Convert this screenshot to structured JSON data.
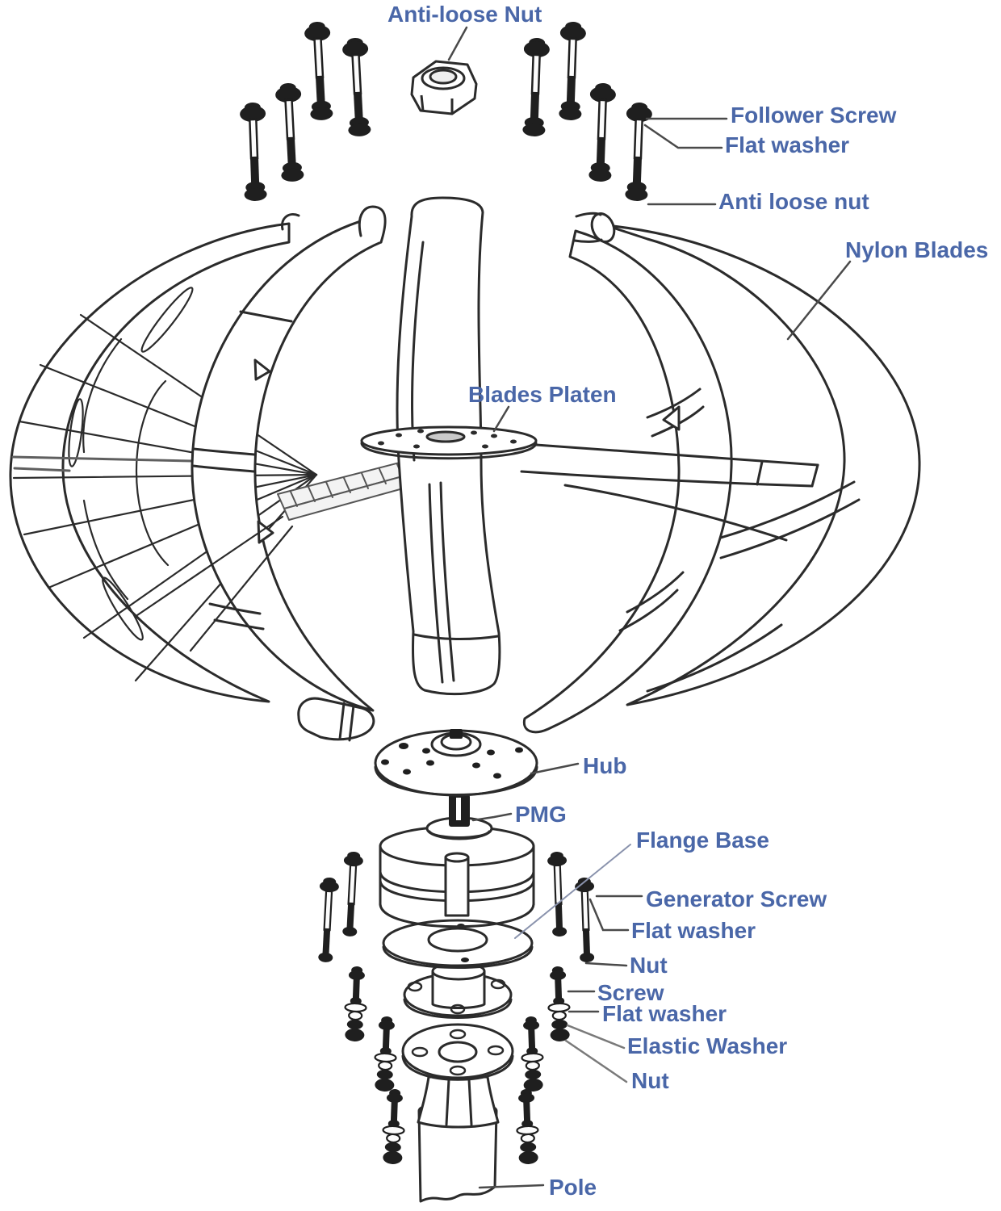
{
  "diagram": {
    "labels": {
      "anti_loose_nut_top": "Anti-loose Nut",
      "follower_screw": "Follower Screw",
      "flat_washer_top": "Flat washer",
      "anti_loose_nut_right": "Anti loose nut",
      "nylon_blades": "Nylon Blades",
      "blades_platen": "Blades Platen",
      "hub": "Hub",
      "pmg": "PMG",
      "flange_base": "Flange Base",
      "generator_screw": "Generator Screw",
      "flat_washer_mid": "Flat washer",
      "nut_mid": "Nut",
      "screw": "Screw",
      "flat_washer_low": "Flat washer",
      "elastic_washer": "Elastic Washer",
      "nut_low": "Nut",
      "pole": "Pole"
    },
    "colors": {
      "label": "#4a67a8",
      "line": "#2b2b2b",
      "hardware": "#1f1f1f",
      "background": "#ffffff"
    }
  }
}
